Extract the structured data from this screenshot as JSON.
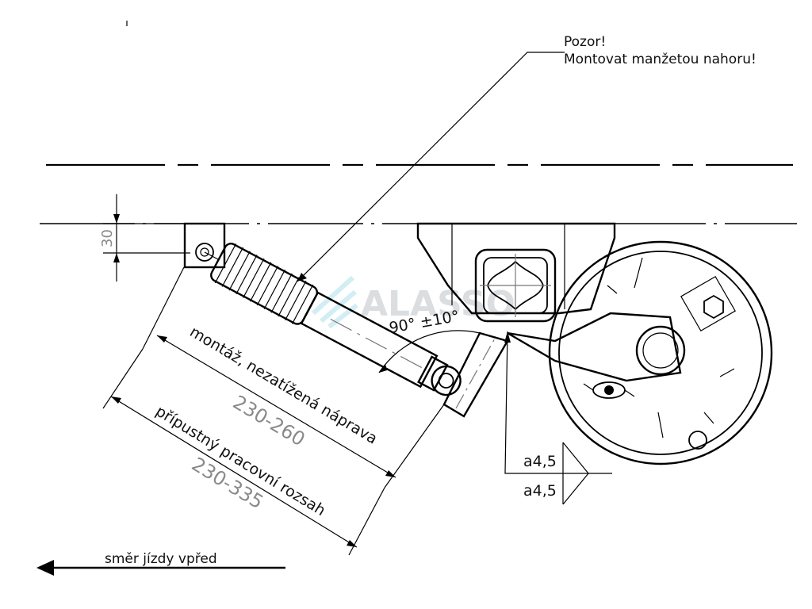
{
  "note": {
    "line1": "Pozor!",
    "line2": "Montovat manžetou nahoru!"
  },
  "dimensions": {
    "height_offset": "30",
    "angle": "90° ±10°",
    "mount_label": "montáž, nezatížená náprava",
    "mount_range": "230-260",
    "work_label": "přípustný pracovní rozsah",
    "work_range": "230-335",
    "weld_top": "a4,5",
    "weld_bottom": "a4,5"
  },
  "direction": {
    "label": "směr jízdy vpřed"
  },
  "watermark": {
    "text": "ALASSO"
  }
}
